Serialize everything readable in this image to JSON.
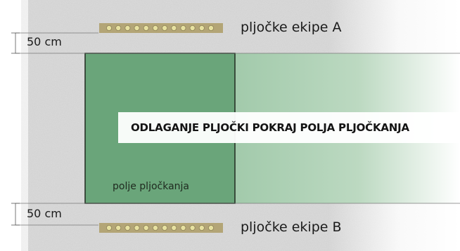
{
  "diagram": {
    "team_a_label": "pljočke ekipe A",
    "team_b_label": "pljočke ekipe B",
    "distance_top": "50 cm",
    "distance_bottom": "50 cm",
    "banner_text": "ODLAGANJE PLJOČKI POKRAJ POLJA PLJOČKANJA",
    "field_label": "polje pljočkanja"
  },
  "colors": {
    "play_field": "#6aa57a",
    "play_field_border": "#1f2a1f",
    "lane": "#9fc9a8",
    "pljocka_bar": "#b7a878",
    "pljocka_dot": "#e7e1a0",
    "background_texture": "#d9d9d9"
  },
  "icons": {
    "pljocke_row": "pljocke-row-icon"
  },
  "counts": {
    "pljocke_per_team": 12
  }
}
